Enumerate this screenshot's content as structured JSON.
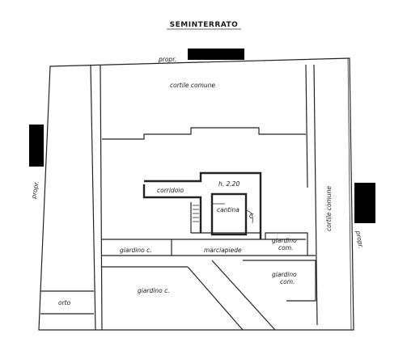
{
  "title": "SEMINTERRATO",
  "labels": {
    "propr_top": "propr.",
    "propr_left": "propr.",
    "propr_right": "propr.",
    "cortile_comune_top": "cortile comune",
    "cortile_comune_right": "cortile comune",
    "corridoio": "corridoio",
    "height": "h. 2.20",
    "cantina": "cantina",
    "cantina_mark": "C",
    "giardino_c_left": "giardino c.",
    "marciapiede": "marciapiede",
    "giardino_com_right_line1": "giardino",
    "giardino_com_right_line2": "com.",
    "giardino_com_bottom_line1": "giardino",
    "giardino_com_bottom_line2": "com.",
    "giardino_c_bottom": "giardino c.",
    "orto": "orto"
  },
  "colors": {
    "ink": "#222222",
    "redaction": "#000000",
    "paper": "#ffffff"
  }
}
